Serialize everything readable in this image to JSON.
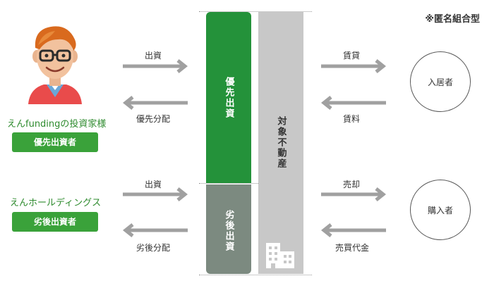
{
  "note": "※匿名組合型",
  "left": {
    "investor_name": "えんfundingの投資家様",
    "investor_badge": "優先出資者",
    "holding_name": "えんホールディングス",
    "holding_badge": "劣後出資者"
  },
  "arrows_left": {
    "top_out": "出資",
    "top_back": "優先分配",
    "bottom_out": "出資",
    "bottom_back": "劣後分配"
  },
  "columns": {
    "priority": "優先出資",
    "subordinate": "劣後出資",
    "property": "対象不動産"
  },
  "arrows_right": {
    "top_out": "賃貸",
    "top_back": "賃料",
    "bottom_out": "売却",
    "bottom_back": "売買代金"
  },
  "circles": {
    "tenant": "入居者",
    "buyer": "購入者"
  },
  "colors": {
    "priority_green": "#24923a",
    "subordinate_gray": "#7c8a80",
    "property_gray": "#c8c8c8",
    "badge_green": "#3aa23a",
    "arrow_gray": "#a0a0a0"
  },
  "icons": {
    "investor_avatar": "avatar-man-icon",
    "building": "building-icon"
  }
}
